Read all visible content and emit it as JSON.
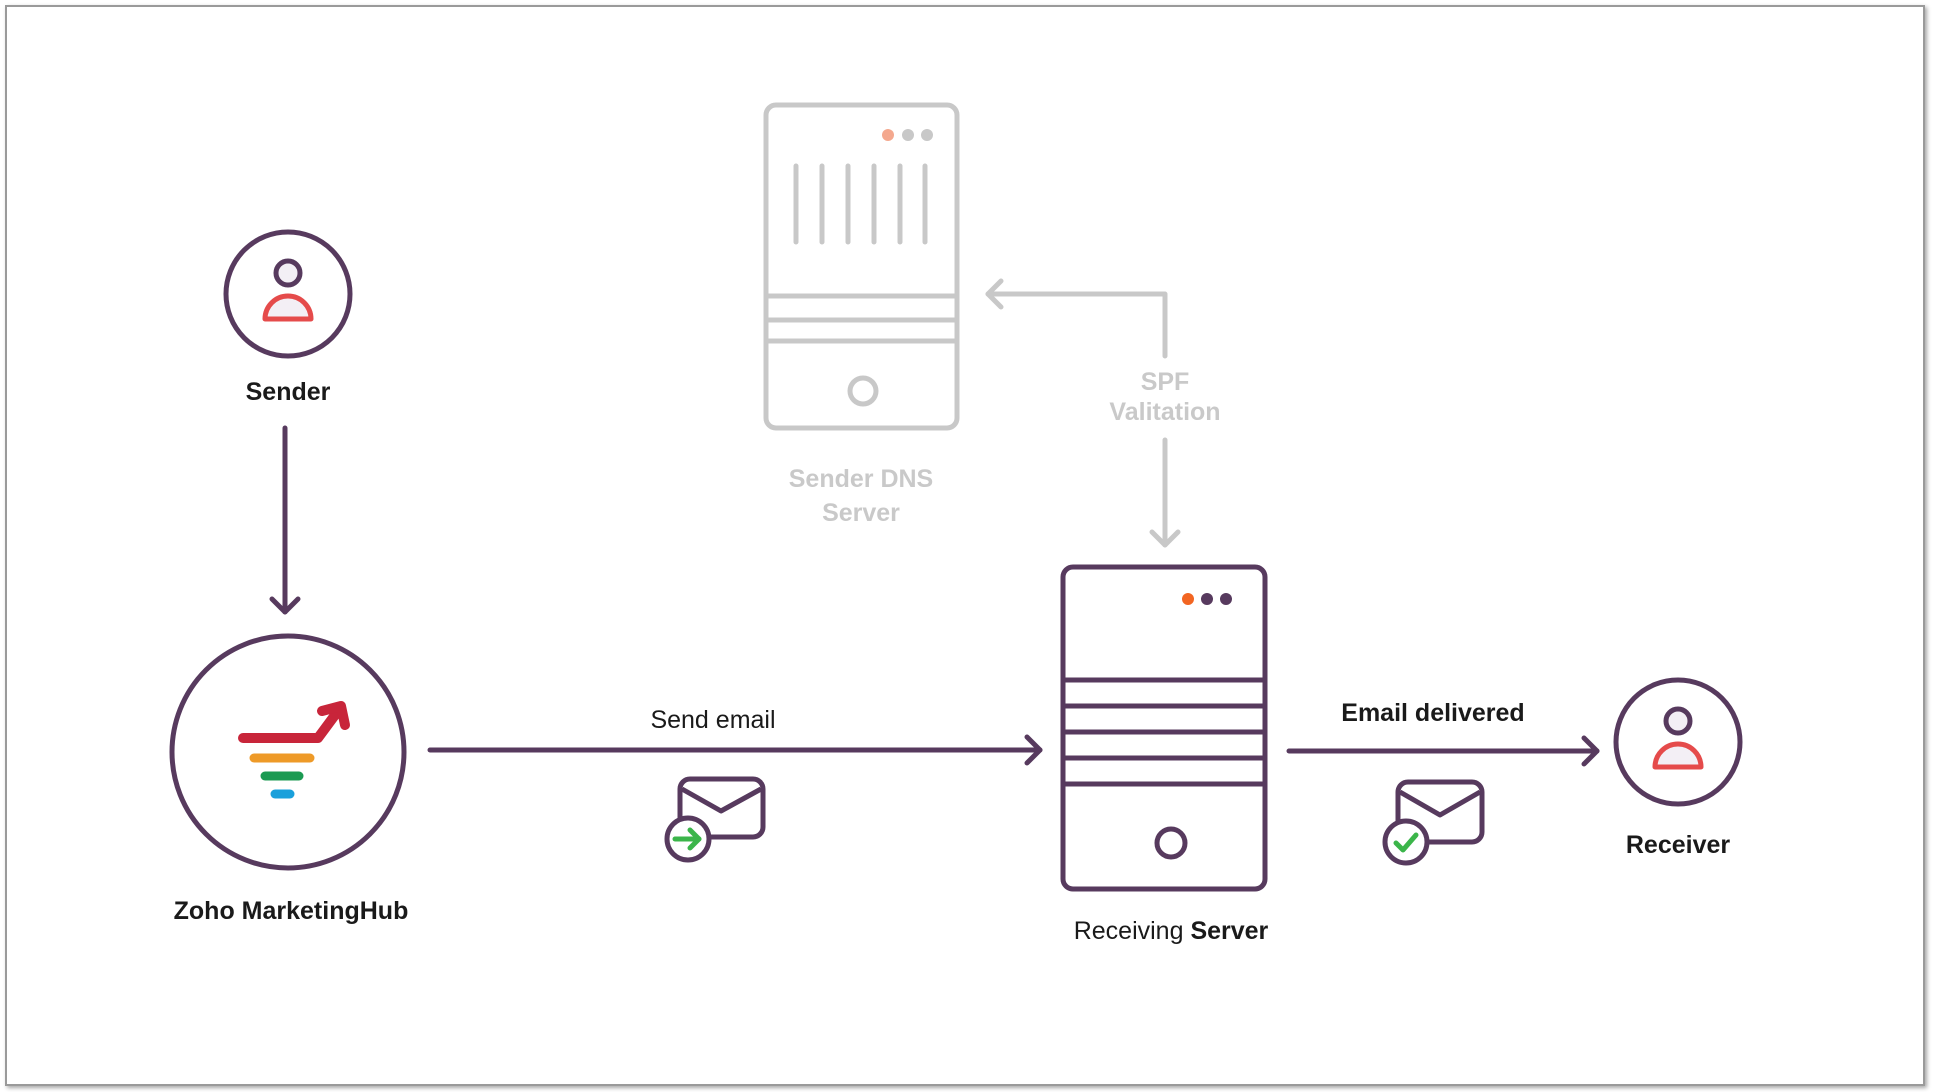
{
  "diagram": {
    "title": "SPF email authentication flow",
    "colors": {
      "primary": "#573a5e",
      "accent_red": "#e54b4b",
      "muted": "#c8c8c8",
      "led_orange": "#f26522",
      "led_orange_muted": "#f4a88e",
      "success_green": "#3bb54a"
    },
    "nodes": {
      "sender": {
        "label": "Sender",
        "icon": "user-icon"
      },
      "marketinghub": {
        "label": "Zoho MarketingHub",
        "icon": "marketinghub-logo-icon"
      },
      "dns_server": {
        "label_line1": "Sender DNS",
        "label_line2": "Server",
        "icon": "server-icon",
        "state": "muted"
      },
      "receiving_server": {
        "label_regular": "Receiving ",
        "label_bold": "Server",
        "icon": "server-icon"
      },
      "receiver": {
        "label": "Receiver",
        "icon": "user-icon"
      }
    },
    "edges": {
      "sender_to_hub": {
        "label": ""
      },
      "send_email": {
        "label": "Send email",
        "icon": "email-send-icon"
      },
      "spf_validation": {
        "label_line1": "SPF",
        "label_line2": "Valitation",
        "state": "muted"
      },
      "email_delivered": {
        "label": "Email delivered",
        "icon": "email-check-icon"
      }
    }
  }
}
